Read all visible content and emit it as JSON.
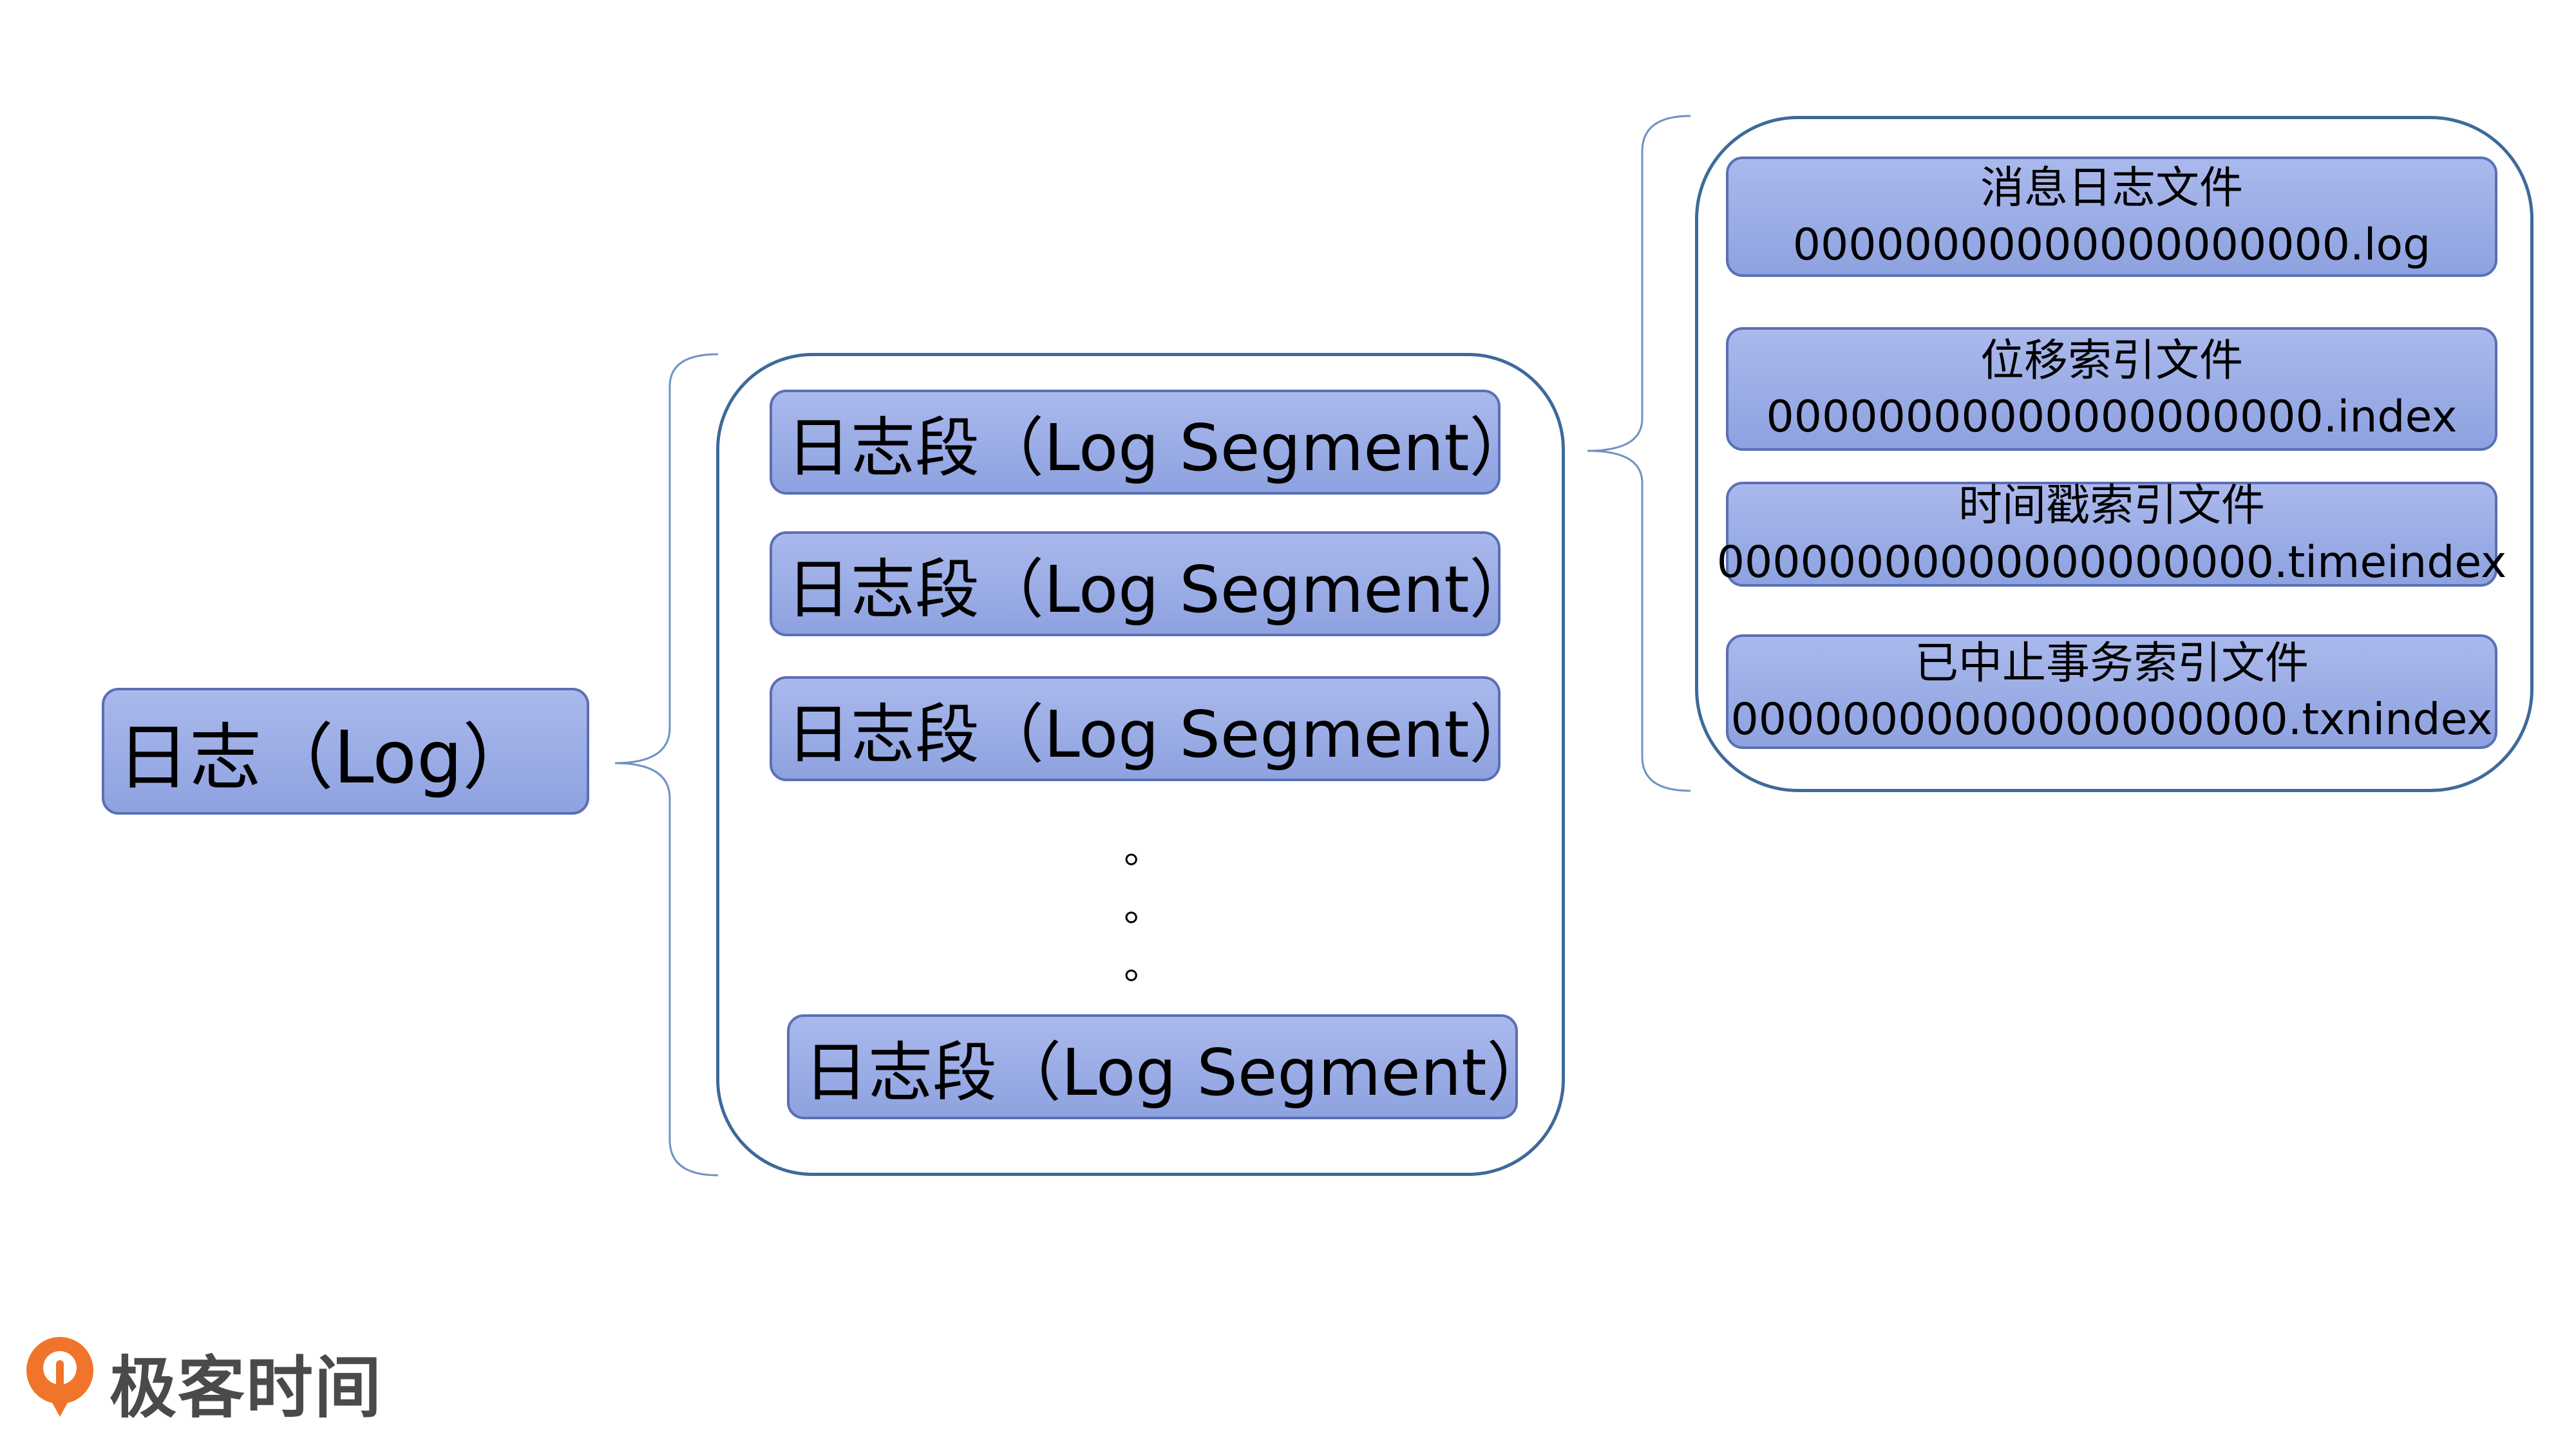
{
  "root": {
    "label": "日志（Log）"
  },
  "segments": [
    {
      "label": "日志段（Log Segment）"
    },
    {
      "label": "日志段（Log Segment）"
    },
    {
      "label": "日志段（Log Segment）"
    },
    {
      "label": "日志段（Log Segment）"
    }
  ],
  "ellipsis": [
    "。",
    "。",
    "。"
  ],
  "files": [
    {
      "title": "消息日志文件",
      "name": "00000000000000000000.log"
    },
    {
      "title": "位移索引文件",
      "name": "00000000000000000000.index"
    },
    {
      "title": "时间戳索引文件",
      "name": "00000000000000000000.timeindex"
    },
    {
      "title": "已中止事务索引文件",
      "name": "00000000000000000000.txnindex"
    }
  ],
  "logo": {
    "text": "极客时间",
    "icon": "geektime-logo-icon"
  },
  "colors": {
    "node_fill": "#9aabe6",
    "node_border": "#5b6fb5",
    "line": "#3e6a9a",
    "logo_orange": "#f0752a"
  }
}
